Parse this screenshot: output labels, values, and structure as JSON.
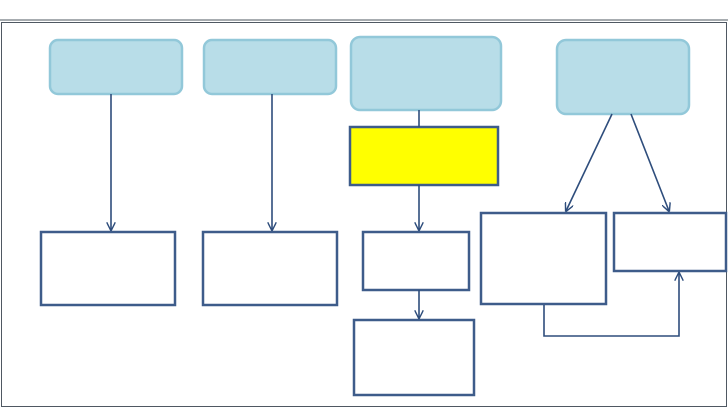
{
  "diagram": {
    "colors": {
      "frame": "#4f5862",
      "top_box_fill": "#b8dde8",
      "top_box_stroke": "#92c8d9",
      "highlight_fill": "#ffff00",
      "outline_box_stroke": "#3e5c8a",
      "connector": "#2e4d7c"
    },
    "top_boxes": [
      {
        "id": "top-box-1",
        "label": ""
      },
      {
        "id": "top-box-2",
        "label": ""
      },
      {
        "id": "top-box-3",
        "label": ""
      },
      {
        "id": "top-box-4",
        "label": ""
      }
    ],
    "highlight_box": {
      "id": "highlight-box",
      "label": ""
    },
    "outline_boxes": [
      {
        "id": "outline-box-1",
        "label": ""
      },
      {
        "id": "outline-box-2",
        "label": ""
      },
      {
        "id": "outline-box-3",
        "label": ""
      },
      {
        "id": "outline-box-4",
        "label": ""
      },
      {
        "id": "outline-box-5",
        "label": ""
      },
      {
        "id": "outline-box-6",
        "label": ""
      }
    ]
  }
}
